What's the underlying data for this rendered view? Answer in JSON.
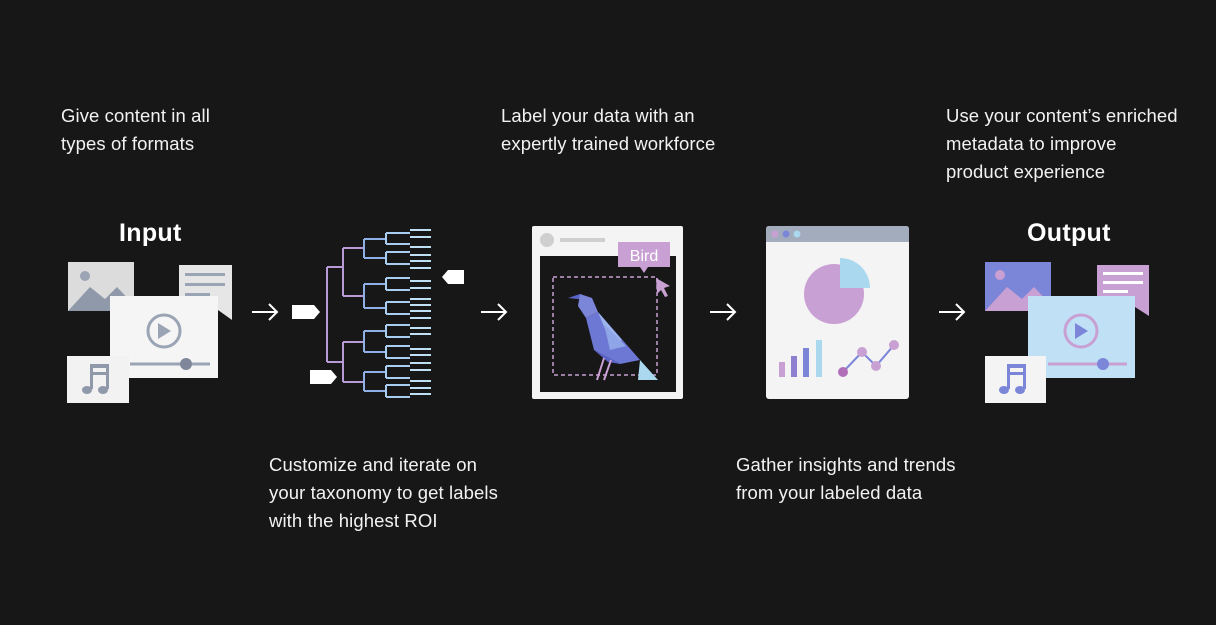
{
  "captions": {
    "input": [
      "Give content in all",
      "types of formats"
    ],
    "taxonomy": [
      "Customize and iterate on",
      "your taxonomy to get labels",
      "with the highest ROI"
    ],
    "labeling": [
      "Label your data with an",
      "expertly trained workforce"
    ],
    "insights": [
      "Gather insights and trends",
      "from your labeled data"
    ],
    "output": [
      "Use your content’s enriched",
      "metadata to improve",
      "product experience"
    ]
  },
  "stages": {
    "input_title": "Input",
    "output_title": "Output",
    "label_tag": "Bird"
  },
  "colors": {
    "background": "#171717",
    "purple": "#c9a0d3",
    "blue": "#7b86d9",
    "light_blue": "#a9d8ef",
    "gray": "#9aa4b4"
  }
}
